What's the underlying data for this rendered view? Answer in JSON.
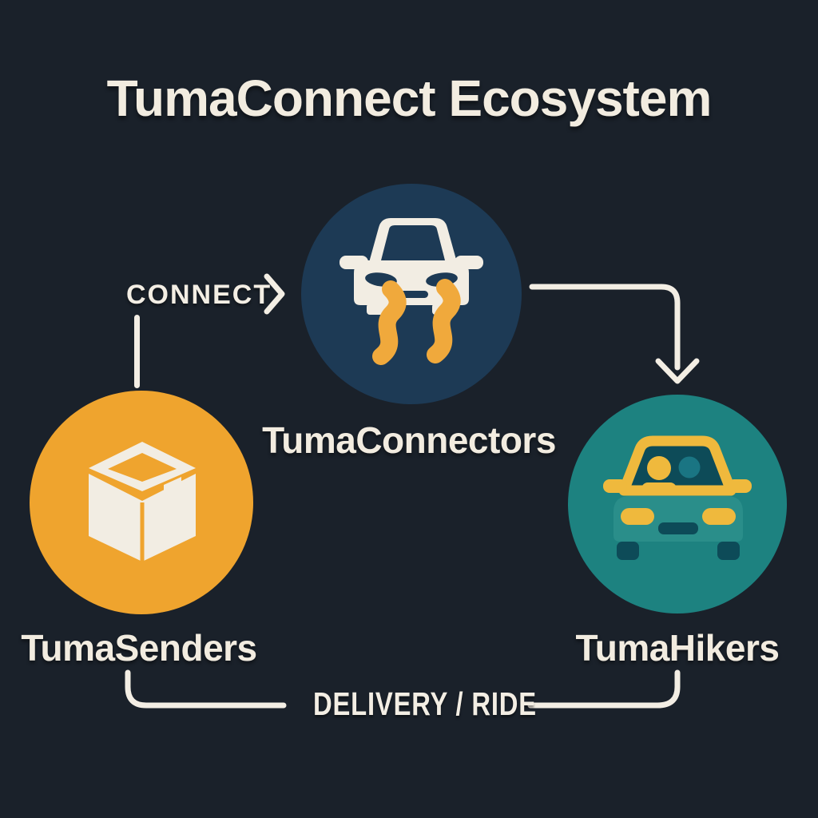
{
  "title": "TumaConnect Ecosystem",
  "nodes": {
    "connectors": {
      "label": "TumaConnectors",
      "icon": "car-front-with-road-icon",
      "circle_color": "#1d3a55"
    },
    "senders": {
      "label": "TumaSenders",
      "icon": "package-box-icon",
      "circle_color": "#efa42e"
    },
    "hikers": {
      "label": "TumaHikers",
      "icon": "car-with-passengers-icon",
      "circle_color": "#1d8280"
    }
  },
  "edges": {
    "connect": "CONNECT",
    "delivery_ride": "DELIVERY / RIDE"
  },
  "colors": {
    "background": "#1a212a",
    "text_cream": "#f2ece0",
    "line_cream": "#f3eee4",
    "accent_yellow": "#f0a93c",
    "navy_circle": "#1d3a55",
    "orange_circle": "#efa42e",
    "teal_circle": "#1d8280",
    "teal_car_body": "#2a8e8a",
    "teal_dark_detail": "#0d4b58",
    "headlight_yellow": "#efb93d"
  }
}
